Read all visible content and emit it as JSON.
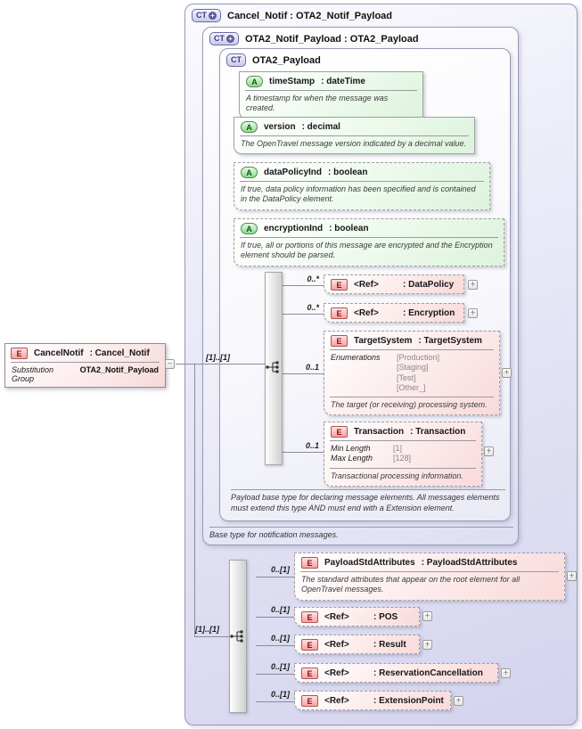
{
  "glyphs": {
    "ct": "CT",
    "attr": "A",
    "elem": "E",
    "expand": "+",
    "collapse": "−"
  },
  "colors": {
    "lavender_fill": "#d3d3ee",
    "attr_green_fill": "#ddf3dd",
    "elem_pink_fill": "#f9dada",
    "badge_green": "#8edc8e",
    "badge_red": "#ff9f9f",
    "badge_blue": "#c9c9e8",
    "connector": "#8b8b9e"
  },
  "outer": {
    "title": "Cancel_Notif : OTA2_Notif_Payload"
  },
  "middle": {
    "title": "OTA2_Notif_Payload : OTA2_Payload",
    "annotation": "Base type for notification messages."
  },
  "inner": {
    "title": "OTA2_Payload",
    "annotation": "Payload base type for declaring message elements. All messages elements must extend this type AND must end with a Extension element."
  },
  "global_element": {
    "name": "CancelNotif",
    "type": ": Cancel_Notif",
    "substitution_label": "Substitution Group",
    "substitution_value": "OTA2_Notif_Payload"
  },
  "attributes": [
    {
      "name": "timeStamp",
      "type": ": dateTime",
      "annotation": "A timestamp for when the message was created."
    },
    {
      "name": "version",
      "type": ": decimal",
      "annotation": "The OpenTravel message version indicated by a decimal value."
    },
    {
      "name": "dataPolicyInd",
      "type": ": boolean",
      "annotation": "If true, data policy information has been specified and is contained in the DataPolicy element."
    },
    {
      "name": "encryptionInd",
      "type": ": boolean",
      "annotation": "If true, all or portions of this message are encrypted and the Encryption element should be parsed."
    }
  ],
  "group1": {
    "cardinality": "[1]..[1]",
    "elements": [
      {
        "cardinality": "0..*",
        "name": "<Ref>",
        "type": ": DataPolicy"
      },
      {
        "cardinality": "0..*",
        "name": "<Ref>",
        "type": ": Encryption"
      },
      {
        "cardinality": "0..1",
        "name": "TargetSystem",
        "type": ": TargetSystem",
        "facet_label": "Enumerations",
        "facet_values": [
          "[Production]",
          "[Staging]",
          "[Test]",
          "[Other_]"
        ],
        "annotation": "The target (or receiving) processing system."
      },
      {
        "cardinality": "0..1",
        "name": "Transaction",
        "type": ": Transaction",
        "facets": [
          {
            "label": "Min Length",
            "value": "[1]"
          },
          {
            "label": "Max Length",
            "value": "[128]"
          }
        ],
        "annotation": "Transactional processing information."
      }
    ]
  },
  "group2": {
    "cardinality": "[1]..[1]",
    "elements": [
      {
        "cardinality": "0..[1]",
        "name": "PayloadStdAttributes",
        "type": ": PayloadStdAttributes",
        "annotation": "The standard attributes that appear on the root element for all OpenTravel messages."
      },
      {
        "cardinality": "0..[1]",
        "name": "<Ref>",
        "type": ": POS"
      },
      {
        "cardinality": "0..[1]",
        "name": "<Ref>",
        "type": ": Result"
      },
      {
        "cardinality": "0..[1]",
        "name": "<Ref>",
        "type": ": ReservationCancellation"
      },
      {
        "cardinality": "0..[1]",
        "name": "<Ref>",
        "type": ": ExtensionPoint"
      }
    ]
  }
}
